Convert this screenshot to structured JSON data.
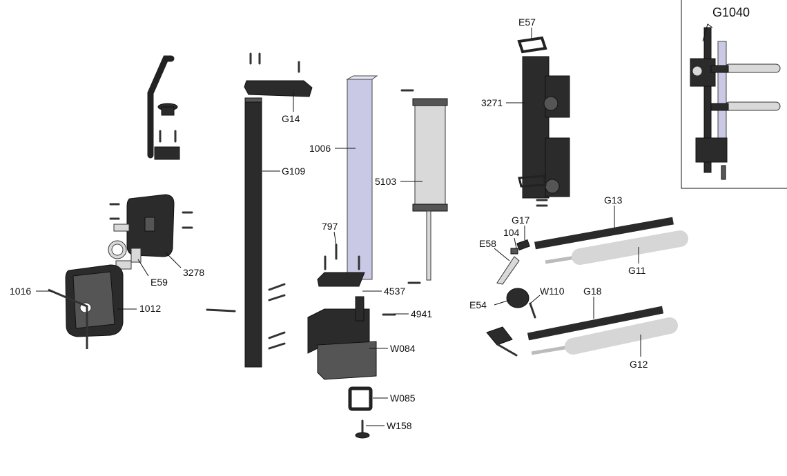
{
  "title": "G1040",
  "labels": {
    "E57": "E57",
    "3271": "3271",
    "G14": "G14",
    "G109": "G109",
    "1006": "1006",
    "5103": "5103",
    "797": "797",
    "4537": "4537",
    "4941": "4941",
    "W084": "W084",
    "W085": "W085",
    "W158": "W158",
    "E59": "E59",
    "3278": "3278",
    "1016": "1016",
    "1012": "1012",
    "G13": "G13",
    "G17": "G17",
    "104": "104",
    "E58": "E58",
    "G11": "G11",
    "E54": "E54",
    "W110": "W110",
    "G18": "G18",
    "G12": "G12"
  }
}
